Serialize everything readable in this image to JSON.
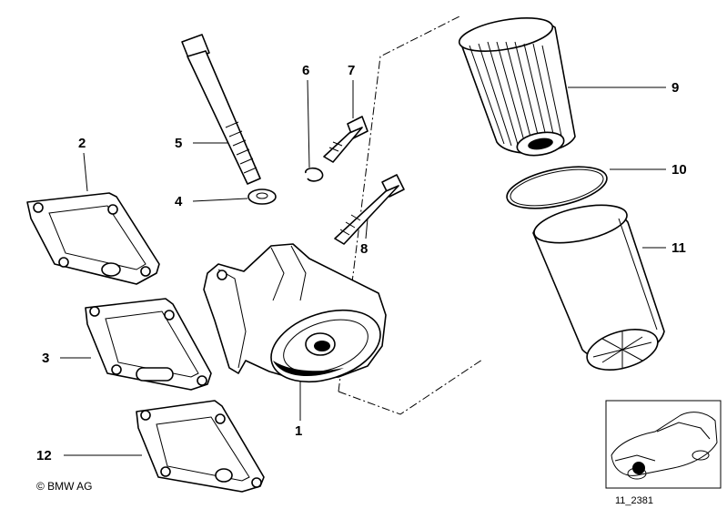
{
  "callouts": [
    {
      "id": "1",
      "label": "1"
    },
    {
      "id": "2",
      "label": "2"
    },
    {
      "id": "3",
      "label": "3"
    },
    {
      "id": "4",
      "label": "4"
    },
    {
      "id": "5",
      "label": "5"
    },
    {
      "id": "6",
      "label": "6"
    },
    {
      "id": "7",
      "label": "7"
    },
    {
      "id": "8",
      "label": "8"
    },
    {
      "id": "9",
      "label": "9"
    },
    {
      "id": "10",
      "label": "10"
    },
    {
      "id": "11",
      "label": "11"
    },
    {
      "id": "12",
      "label": "12"
    }
  ],
  "copyright": "© BMW AG",
  "reference": "11_2381",
  "colors": {
    "ink": "#000000",
    "background": "#ffffff"
  }
}
